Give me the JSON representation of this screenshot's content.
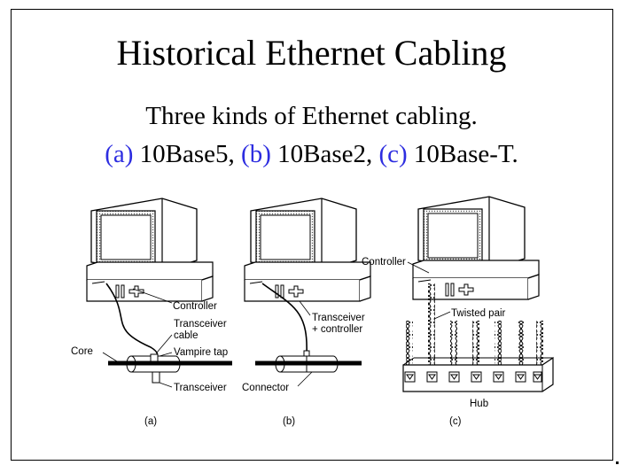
{
  "title": "Historical Ethernet Cabling",
  "subtitle_line1": "Three kinds of Ethernet cabling.",
  "subtitle_line2": {
    "a_tag": "(a)",
    "a_name": "10Base5,",
    "b_tag": "(b)",
    "b_name": "10Base2,",
    "c_tag": "(c)",
    "c_name": "10Base-T."
  },
  "figure": {
    "a": {
      "caption": "(a)",
      "labels": {
        "controller": "Controller",
        "transceiver_cable_1": "Transceiver",
        "transceiver_cable_2": "cable",
        "core": "Core",
        "vampire_tap": "Vampire tap",
        "transceiver": "Transceiver"
      }
    },
    "b": {
      "caption": "(b)",
      "labels": {
        "transceiver_controller_1": "Transceiver",
        "transceiver_controller_2": "+ controller",
        "connector": "Connector"
      }
    },
    "c": {
      "caption": "(c)",
      "labels": {
        "controller": "Controller",
        "twisted_pair": "Twisted pair",
        "hub": "Hub"
      }
    }
  },
  "colors": {
    "accent_blue": "#2d2de0"
  }
}
